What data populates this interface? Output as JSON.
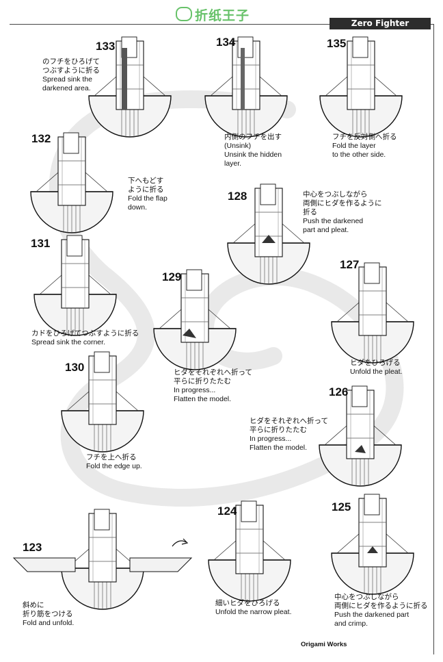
{
  "watermark": "折纸王子",
  "header": "Zero Fighter",
  "footer": "Origami Works",
  "steps": {
    "s133": {
      "num": "133",
      "lines": [
        "のフチをひろげて",
        "つぶすように折る",
        "Spread sink the",
        "darkened area."
      ]
    },
    "s134": {
      "num": "134",
      "lines": [
        "内側のフチを出す",
        "(Unsink)",
        "Unsink the hidden",
        "layer."
      ]
    },
    "s135": {
      "num": "135",
      "lines": [
        "フチを反対側へ折る",
        "Fold the layer",
        "to the other side."
      ]
    },
    "s132": {
      "num": "132",
      "lines": [
        "下へもどす",
        "ように折る",
        "Fold the flap",
        "down."
      ]
    },
    "s128": {
      "num": "128",
      "lines": [
        "中心をつぶしながら",
        "両側にヒダを作るように",
        "折る",
        "Push the darkened",
        "part and pleat."
      ]
    },
    "s131": {
      "num": "131",
      "lines": [
        "カドをひろげてつぶすように折る",
        "Spread sink the corner."
      ]
    },
    "s129": {
      "num": "129",
      "lines": [
        "ヒダをそれぞれへ折って",
        "平らに折りたたむ",
        "In progress...",
        "Flatten the model."
      ]
    },
    "s127": {
      "num": "127",
      "lines": [
        "ヒダをひろげる",
        "Unfold the pleat."
      ]
    },
    "s130": {
      "num": "130",
      "lines": [
        "フチを上へ折る",
        "Fold the edge up."
      ]
    },
    "s126": {
      "num": "126",
      "lines": [
        "ヒダをそれぞれへ折って",
        "平らに折りたたむ",
        "In progress...",
        "Flatten the model."
      ]
    },
    "s123": {
      "num": "123",
      "lines": [
        "斜めに",
        "折り筋をつける",
        "Fold and unfold."
      ]
    },
    "s124": {
      "num": "124",
      "lines": [
        "細いヒダをひろげる",
        "Unfold the narrow pleat."
      ]
    },
    "s125": {
      "num": "125",
      "lines": [
        "中心をつぶしながら",
        "両側にヒダを作るように折る",
        "Push the darkened part",
        "and crimp."
      ]
    }
  }
}
